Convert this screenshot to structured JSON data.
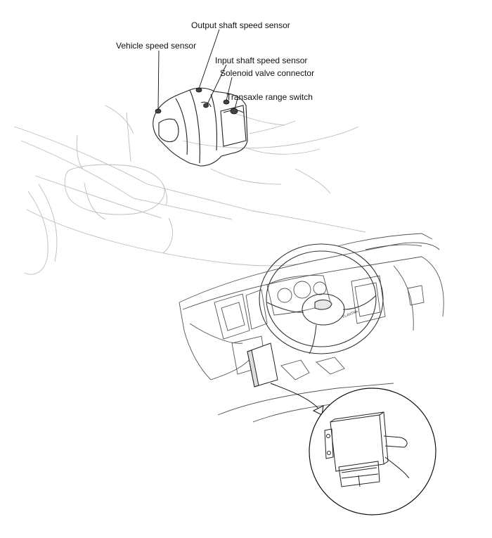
{
  "labels": {
    "output_shaft_speed_sensor": "Output shaft speed sensor",
    "vehicle_speed_sensor": "Vehicle speed sensor",
    "input_shaft_speed_sensor": "Input shaft speed sensor",
    "solenoid_valve_connector": "Solenoid valve connector",
    "transaxle_range_switch": "Transaxle range switch"
  },
  "steering_badge": "ELANTRA"
}
